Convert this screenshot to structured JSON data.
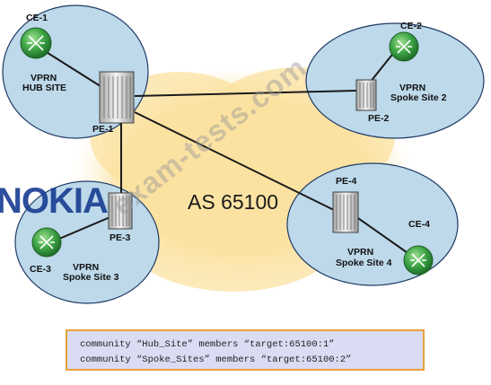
{
  "as_label": "AS 65100",
  "brand_logo": "NOKIA",
  "watermark": "exam-tests.com",
  "sites": {
    "hub": {
      "ce": "CE-1",
      "pe": "PE-1",
      "vprn": "VPRN",
      "site": "HUB SITE"
    },
    "spoke2": {
      "ce": "CE-2",
      "pe": "PE-2",
      "vprn": "VPRN",
      "site": "Spoke Site 2"
    },
    "spoke3": {
      "ce": "CE-3",
      "pe": "PE-3",
      "vprn": "VPRN",
      "site": "Spoke Site 3"
    },
    "spoke4": {
      "ce": "CE-4",
      "pe": "PE-4",
      "vprn": "VPRN",
      "site": "Spoke Site 4"
    }
  },
  "config": {
    "line1": "community “Hub_Site” members “target:65100:1”",
    "line2": "community “Spoke_Sites” members “target:65100:2”"
  },
  "colors": {
    "site_fill": "#bdd9ea",
    "site_stroke": "#1f3a66",
    "cloud": "#fbe2a3",
    "ce_router": "#3fa646",
    "config_bg": "#dadcf4",
    "config_border": "#e8a23a",
    "nokia_blue": "#1c3f94"
  },
  "icons": {
    "ce": "router-icon",
    "pe": "switch-chassis-icon"
  }
}
